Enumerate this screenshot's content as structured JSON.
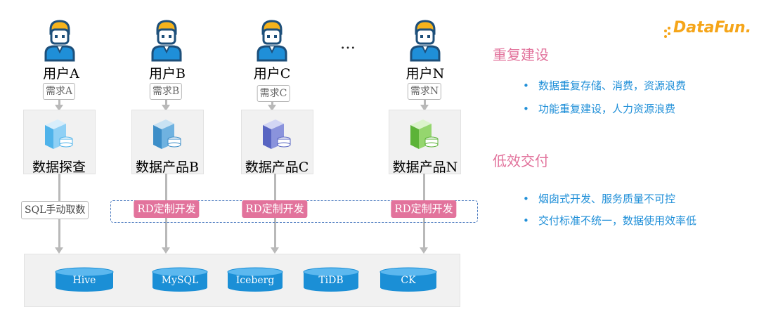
{
  "logo": {
    "text": "DataFun."
  },
  "ellipsis": "…",
  "users": [
    {
      "label": "用户A",
      "request": "需求A"
    },
    {
      "label": "用户B",
      "request": "需求B"
    },
    {
      "label": "用户C",
      "request": "需求C"
    },
    {
      "label": "用户N",
      "request": "需求N"
    }
  ],
  "products": [
    "数据探查",
    "数据产品B",
    "数据产品C",
    "数据产品N"
  ],
  "dev_modes": {
    "manual_sql": "SQL手动取数",
    "custom_dev": [
      "RD定制开发",
      "RD定制开发",
      "RD定制开发"
    ]
  },
  "storages": [
    "Hive",
    "MySQL",
    "Iceberg",
    "TiDB",
    "CK"
  ],
  "issues": [
    {
      "heading": "重复建设",
      "bullets": [
        "数据重复存储、消费，资源浪费",
        "功能重复建设，人力资源浪费"
      ]
    },
    {
      "heading": "低效交付",
      "bullets": [
        "烟囱式开发、服务质量不可控",
        "交付标准不统一，数据使用效率低"
      ]
    }
  ],
  "colors": {
    "accent_pink": "#e2739c",
    "bullet_blue": "#1f8fd8",
    "cylinder_blue": "#1b8fd6",
    "logo_orange": "#f5a519",
    "connector_gray": "#b9b9b9"
  },
  "icons": [
    "user-icon",
    "server-icon",
    "database-cylinder"
  ]
}
